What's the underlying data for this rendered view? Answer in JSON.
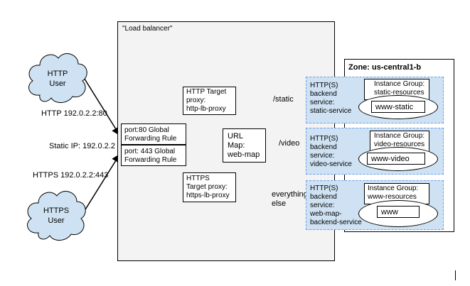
{
  "load_balancer": {
    "title": "\"Load balancer\""
  },
  "zone": {
    "title": "Zone: us-central1-b"
  },
  "users": {
    "http": "HTTP\nUser",
    "https": "HTTPS\nUser"
  },
  "edge_labels": {
    "http_ip": "HTTP 192.0.2.2:80",
    "static_ip": "Static IP: 192.0.2.2",
    "https_ip": "HTTPS 192.0.2.2:443",
    "static_path": "/static",
    "video_path": "/video",
    "everything_else": "everything\nelse"
  },
  "forwarding_rules": {
    "http": "port:80 Global\nForwarding Rule",
    "https": "port: 443 Global\nForwarding Rule"
  },
  "proxies": {
    "http": "HTTP Target\nproxy:\nhttp-lb-proxy",
    "https": "HTTPS\nTarget proxy:\nhttps-lb-proxy"
  },
  "url_map": {
    "label": "URL\nMap:\nweb-map"
  },
  "backend_services": [
    {
      "label": "HTTP(S)\nbackend\nservice:\nstatic-service",
      "group": "Instance Group:\nstatic-resources",
      "instance": "www-static"
    },
    {
      "label": "HTTP(S)\nbackend\nservice:\nvideo-service",
      "group": "Instance Group:\nvideo-resources",
      "instance": "www-video"
    },
    {
      "label": "HTTP(S)\nbackend\nservice:\nweb-map-\nbackend-service",
      "group": "Instance Group:\nwww-resources",
      "instance": "www"
    }
  ]
}
